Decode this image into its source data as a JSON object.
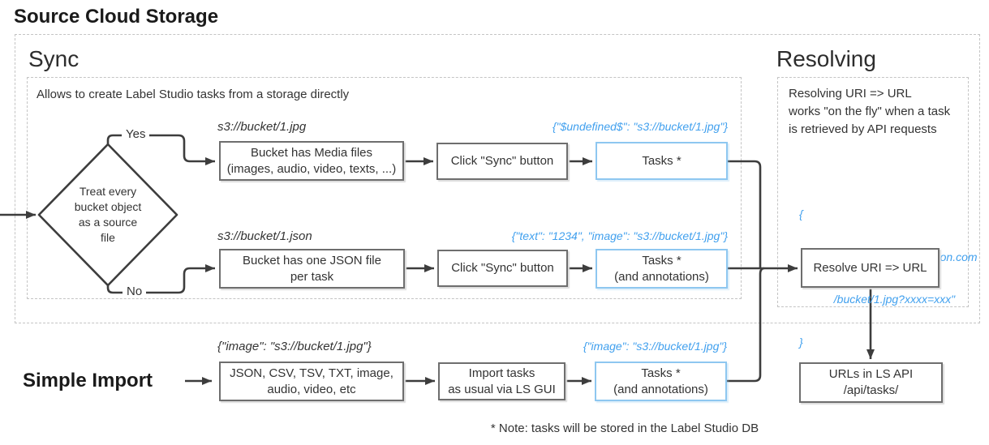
{
  "title": "Source Cloud Storage",
  "colors": {
    "blue_box_border": "#8ec7f0",
    "blue_text": "#41a0ee",
    "gray_box_border": "#6e6e6e",
    "line": "#3d3d3d",
    "text": "#333333"
  },
  "sync": {
    "heading": "Sync",
    "description": "Allows to create Label Studio tasks from a storage directly",
    "decision": {
      "lines": [
        "Treat every",
        "bucket object",
        "as a source",
        "file"
      ]
    },
    "yes_label": "Yes",
    "no_label": "No",
    "row_media": {
      "uri_label": "s3://bucket/1.jpg",
      "step1": {
        "lines": [
          "Bucket has Media files",
          "(images, audio, video, texts, ...)"
        ]
      },
      "step2": {
        "lines": [
          "Click \"Sync\" button"
        ]
      },
      "json_label": "{\"$undefined$\": \"s3://bucket/1.jpg\"}",
      "result": {
        "lines": [
          "Tasks *"
        ]
      }
    },
    "row_json": {
      "uri_label": "s3://bucket/1.json",
      "step1": {
        "lines": [
          "Bucket has one JSON file",
          "per task"
        ]
      },
      "step2": {
        "lines": [
          "Click \"Sync\" button"
        ]
      },
      "json_label": "{\"text\": \"1234\", \"image\": \"s3://bucket/1.jpg\"}",
      "result": {
        "lines": [
          "Tasks *",
          "(and annotations)"
        ]
      }
    }
  },
  "resolving": {
    "heading": "Resolving",
    "description": {
      "lines": [
        "Resolving URI => URL",
        "works \"on the fly\" when a task",
        "is retrieved by API requests"
      ]
    },
    "json_snippet": {
      "lines": [
        "{",
        "  \"image\": \"https://aws.amazon.com",
        "           /bucket/1.jpg?xxxx=xxx\"",
        "}"
      ]
    },
    "resolve_box": {
      "lines": [
        "Resolve URI => URL"
      ]
    },
    "api_box": {
      "lines": [
        "URLs in LS API",
        "/api/tasks/"
      ]
    }
  },
  "simple_import": {
    "heading": "Simple Import",
    "uri_label": "{\"image\": \"s3://bucket/1.jpg\"}",
    "step1": {
      "lines": [
        "JSON, CSV, TSV, TXT, image,",
        "audio, video, etc"
      ]
    },
    "step2": {
      "lines": [
        "Import tasks",
        "as usual via LS GUI"
      ]
    },
    "json_label": "{\"image\": \"s3://bucket/1.jpg\"}",
    "result": {
      "lines": [
        "Tasks *",
        "(and annotations)"
      ]
    }
  },
  "footnote": "* Note: tasks will be stored in the Label Studio DB"
}
